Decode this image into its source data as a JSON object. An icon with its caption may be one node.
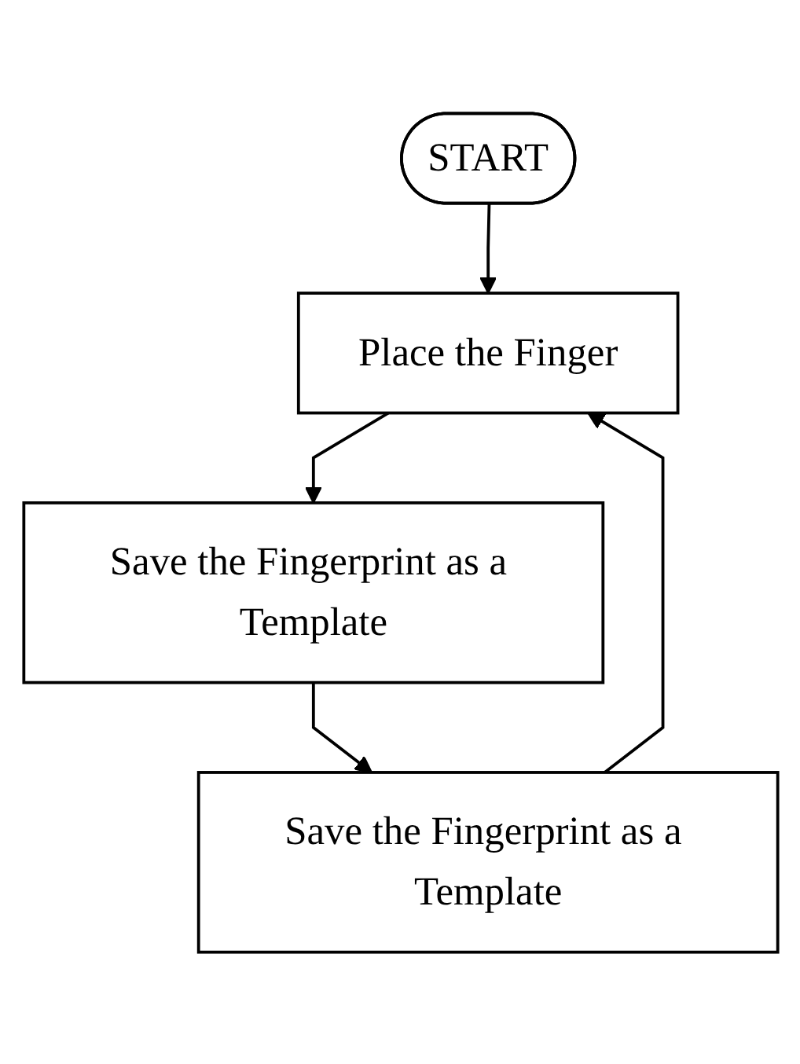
{
  "diagram": {
    "nodes": [
      {
        "text": [
          "START"
        ]
      },
      {
        "text": [
          "Place the Finger"
        ]
      },
      {
        "text": [
          "Save the Fingerprint as a Template"
        ]
      },
      {
        "text": [
          "Save the Fingerprint as a Template"
        ]
      }
    ],
    "edges": [
      {
        "from": 0,
        "to": 1,
        "arrow": "to"
      },
      {
        "from": 1,
        "to": 2,
        "arrow": "to"
      },
      {
        "from": 2,
        "to": 3,
        "arrow": "to"
      },
      {
        "from": 3,
        "to": 1,
        "arrow": "to"
      }
    ]
  }
}
